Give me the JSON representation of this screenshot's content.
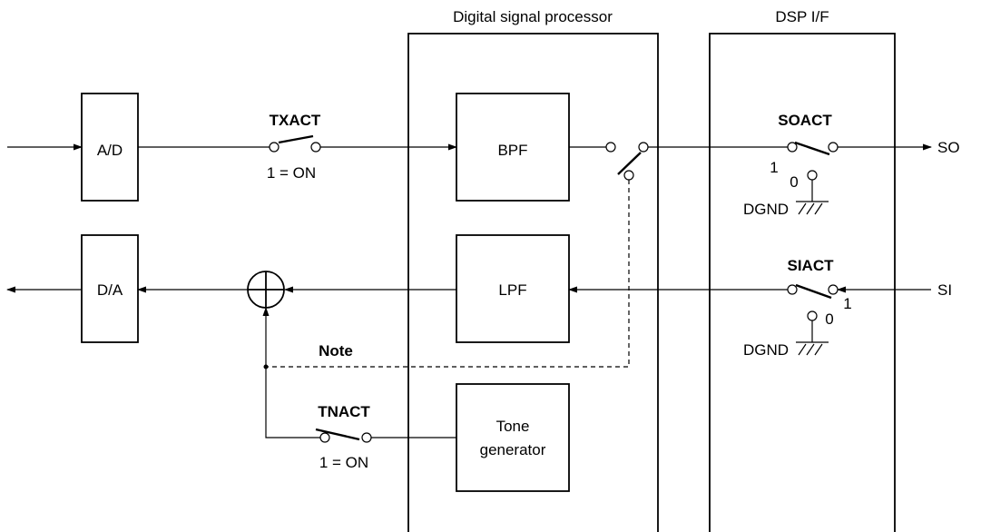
{
  "labels": {
    "dsp_title": "Digital signal processor",
    "dspif_title": "DSP I/F",
    "ad": "A/D",
    "da": "D/A",
    "bpf": "BPF",
    "lpf": "LPF",
    "tone_line1": "Tone",
    "tone_line2": "generator",
    "txact": "TXACT",
    "txact_state": "1 = ON",
    "tnact": "TNACT",
    "tnact_state": "1 = ON",
    "soact": "SOACT",
    "siact": "SIACT",
    "so": "SO",
    "si": "SI",
    "dgnd_so": "DGND",
    "dgnd_si": "DGND",
    "so_pos1": "1",
    "so_pos0": "0",
    "si_pos1": "1",
    "si_pos0": "0",
    "note": "Note"
  }
}
